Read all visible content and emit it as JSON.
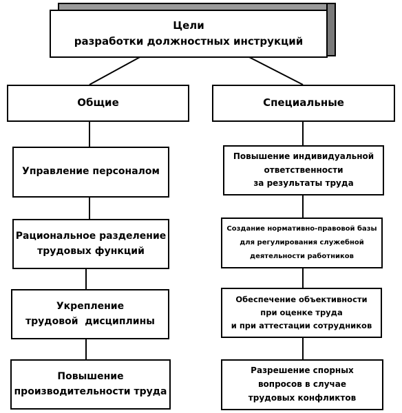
{
  "root": {
    "lines": [
      "Цели",
      "разработки должностных инструкций"
    ]
  },
  "branches": {
    "general": {
      "label": "Общие",
      "items": [
        {
          "lines": [
            "Управление персоналом"
          ]
        },
        {
          "lines": [
            "Рациональное разделение",
            "трудовых функций"
          ]
        },
        {
          "lines": [
            "Укрепление",
            "трудовой  дисциплины"
          ]
        },
        {
          "lines": [
            "Повышение",
            "производительности труда"
          ]
        }
      ]
    },
    "special": {
      "label": "Специальные",
      "items": [
        {
          "lines": [
            "Повышение индивидуальной",
            "ответственности",
            "за результаты труда"
          ]
        },
        {
          "lines": [
            "Создание нормативно-правовой базы",
            "для регулирования служебной",
            "деятельности работников"
          ]
        },
        {
          "lines": [
            "Обеспечение объективности",
            "при оценке труда",
            "и при аттестации сотрудников"
          ]
        },
        {
          "lines": [
            "Разрешение спорных",
            "вопросов в случае",
            "трудовых конфликтов"
          ]
        }
      ]
    }
  },
  "colors": {
    "border": "#000000",
    "background": "#ffffff",
    "shadow_light": "#9a9a9a",
    "shadow_dark": "#7a7a7a"
  }
}
